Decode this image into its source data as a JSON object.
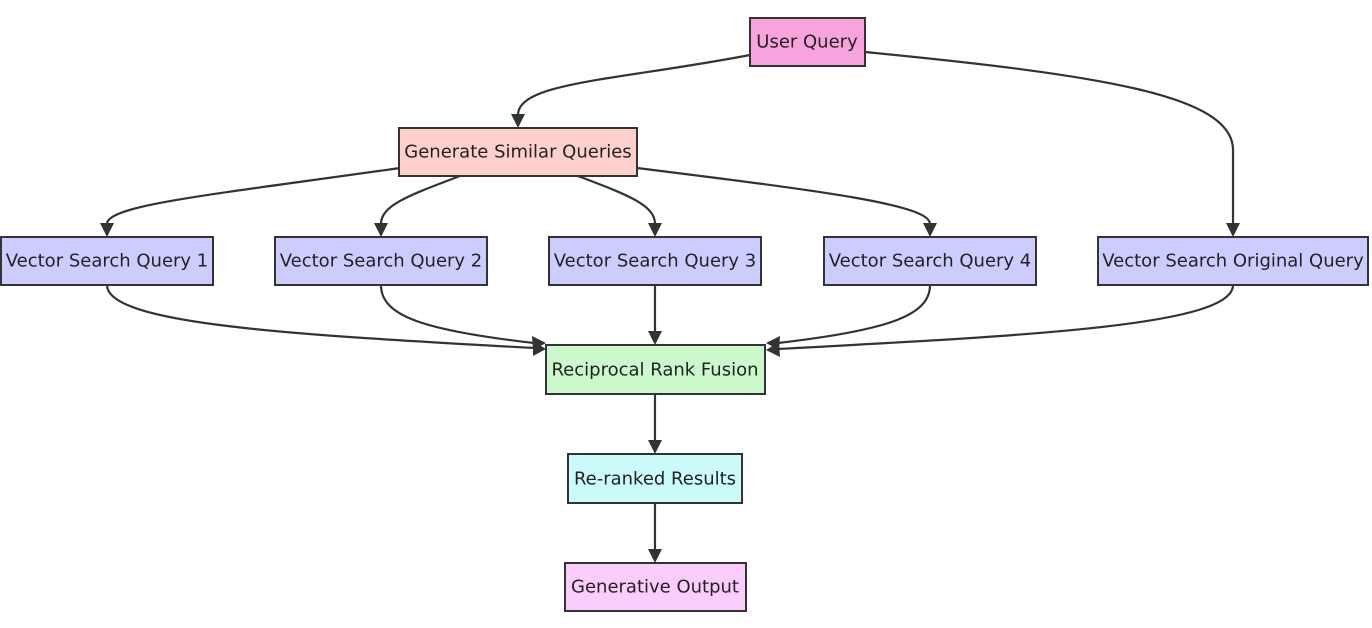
{
  "nodes": {
    "user_query": {
      "label": "User Query",
      "fill": "#f8a3dd"
    },
    "generate_similar": {
      "label": "Generate Similar Queries",
      "fill": "#fdd0cd"
    },
    "vs_query_1": {
      "label": "Vector Search Query 1",
      "fill": "#ccccff"
    },
    "vs_query_2": {
      "label": "Vector Search Query 2",
      "fill": "#ccccff"
    },
    "vs_query_3": {
      "label": "Vector Search Query 3",
      "fill": "#ccccff"
    },
    "vs_query_4": {
      "label": "Vector Search Query 4",
      "fill": "#ccccff"
    },
    "vs_original": {
      "label": "Vector Search Original Query",
      "fill": "#ccccff"
    },
    "rrf": {
      "label": "Reciprocal Rank Fusion",
      "fill": "#ccf9cc"
    },
    "reranked": {
      "label": "Re-ranked Results",
      "fill": "#ccfbfc"
    },
    "generative_output": {
      "label": "Generative Output",
      "fill": "#fbcdfc"
    }
  },
  "edges": [
    {
      "from": "user_query",
      "to": "generate_similar"
    },
    {
      "from": "user_query",
      "to": "vs_original"
    },
    {
      "from": "generate_similar",
      "to": "vs_query_1"
    },
    {
      "from": "generate_similar",
      "to": "vs_query_2"
    },
    {
      "from": "generate_similar",
      "to": "vs_query_3"
    },
    {
      "from": "generate_similar",
      "to": "vs_query_4"
    },
    {
      "from": "vs_query_1",
      "to": "rrf"
    },
    {
      "from": "vs_query_2",
      "to": "rrf"
    },
    {
      "from": "vs_query_3",
      "to": "rrf"
    },
    {
      "from": "vs_query_4",
      "to": "rrf"
    },
    {
      "from": "vs_original",
      "to": "rrf"
    },
    {
      "from": "rrf",
      "to": "reranked"
    },
    {
      "from": "reranked",
      "to": "generative_output"
    }
  ]
}
